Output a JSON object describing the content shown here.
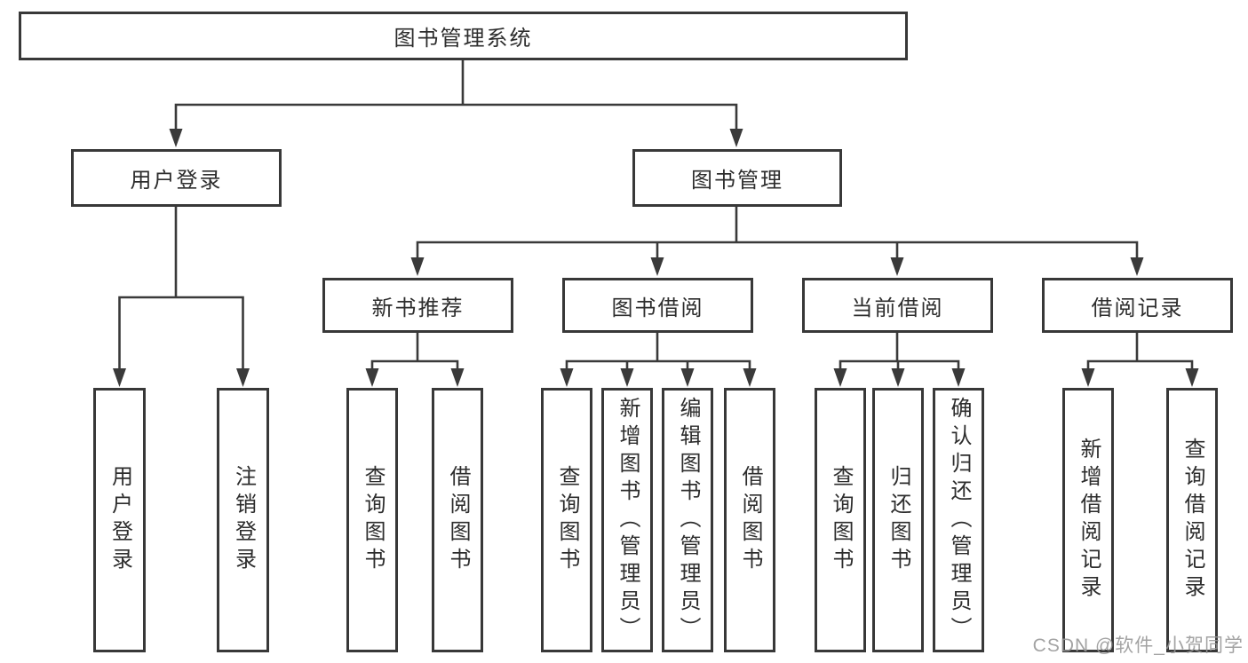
{
  "tree": {
    "root": {
      "label": "图书管理系统"
    },
    "branches": [
      {
        "label": "用户登录",
        "children": [
          {
            "label": "用户登录"
          },
          {
            "label": "注销登录"
          }
        ]
      },
      {
        "label": "图书管理",
        "children": [
          {
            "label": "新书推荐",
            "children": [
              {
                "label": "查询图书"
              },
              {
                "label": "借阅图书"
              }
            ]
          },
          {
            "label": "图书借阅",
            "children": [
              {
                "label": "查询图书"
              },
              {
                "label": "新增图书（管理员）"
              },
              {
                "label": "编辑图书（管理员）"
              },
              {
                "label": "借阅图书"
              }
            ]
          },
          {
            "label": "当前借阅",
            "children": [
              {
                "label": "查询图书"
              },
              {
                "label": "归还图书"
              },
              {
                "label": "确认归还（管理员）"
              }
            ]
          },
          {
            "label": "借阅记录",
            "children": [
              {
                "label": "新增借阅记录"
              },
              {
                "label": "查询借阅记录"
              }
            ]
          }
        ]
      }
    ]
  },
  "watermark": {
    "text": "CSDN @软件_小贺同学"
  },
  "colors": {
    "line": "#3a3a3a",
    "box_border": "#383838",
    "text": "#2d2d2d",
    "background": "#ffffff",
    "watermark": "#969696"
  }
}
